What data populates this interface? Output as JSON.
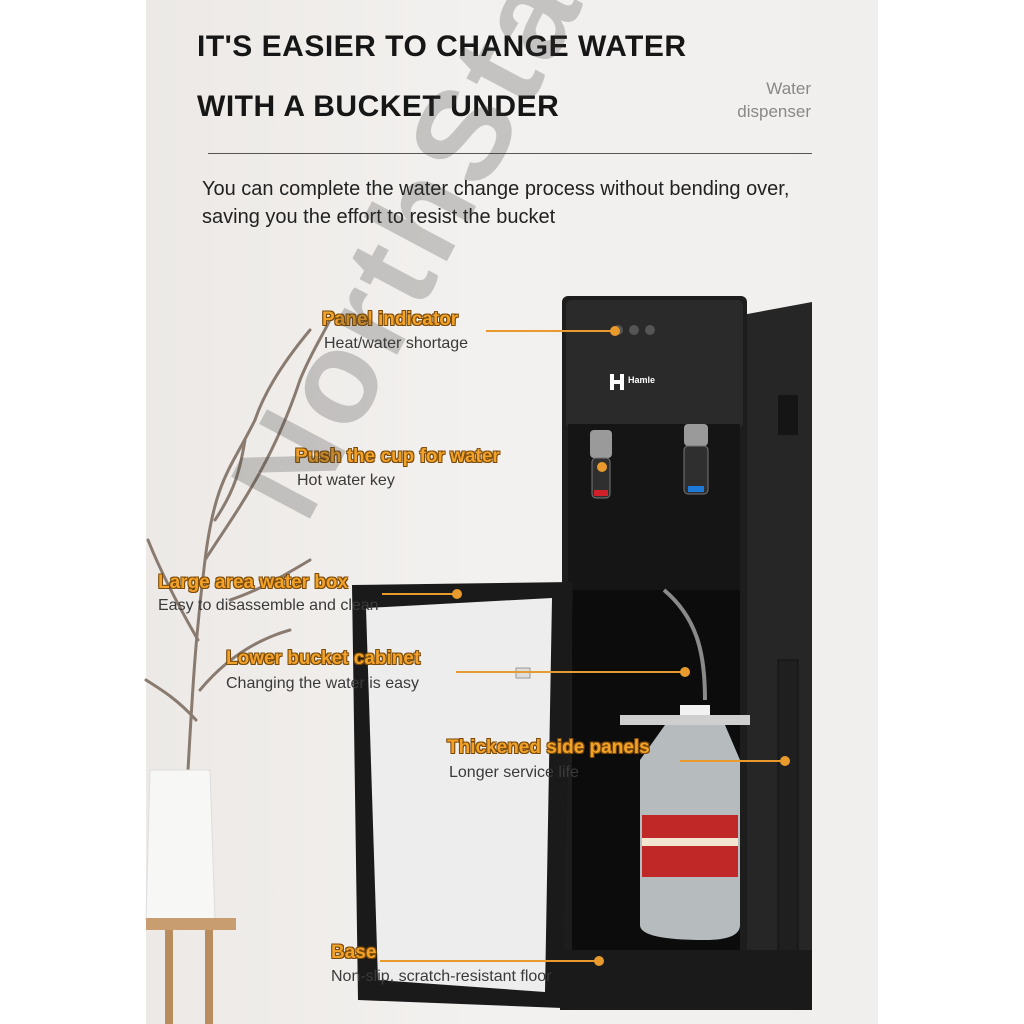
{
  "header": {
    "title_line1": "IT'S EASIER TO CHANGE WATER",
    "title_line2": "WITH A BUCKET UNDER",
    "subtitle": "Water dispenser",
    "description": "You can complete the water change process without bending over, saving you the effort to resist the bucket"
  },
  "product": {
    "brand": "Hamle"
  },
  "callouts": [
    {
      "title": "Panel indicator",
      "subtitle": "Heat/water shortage"
    },
    {
      "title": "Push the cup for water",
      "subtitle": "Hot water key"
    },
    {
      "title": "Large area water box",
      "subtitle": "Easy to disassemble and clean"
    },
    {
      "title": "Lower bucket cabinet",
      "subtitle": "Changing the water is easy"
    },
    {
      "title": "Thickened side panels",
      "subtitle": "Longer service life"
    },
    {
      "title": "Base",
      "subtitle": "Non-slip, scratch-resistant floor"
    }
  ],
  "watermark": "NorthStar",
  "colors": {
    "accent": "#e89a2d",
    "dispenser": "#1d1d1d",
    "hot_indicator": "#d0202a",
    "cold_indicator": "#1e7ad8"
  }
}
